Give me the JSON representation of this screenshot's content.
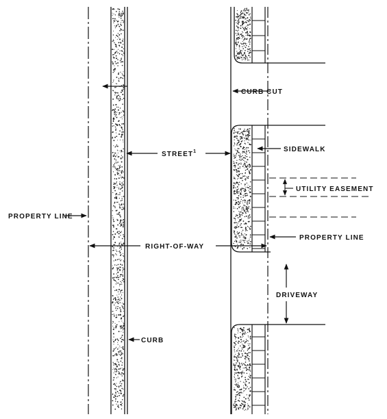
{
  "figure": {
    "labels": {
      "curb_cut": "CURB CUT",
      "street": "STREET",
      "street_footnote": "1",
      "sidewalk": "SIDEWALK",
      "utility_easement": "UTILITY EASEMENT",
      "property_line_left": "PROPERTY LINE",
      "property_line_right": "PROPERTY LINE",
      "right_of_way": "RIGHT-OF-WAY",
      "driveway": "DRIVEWAY",
      "curb": "CURB"
    }
  },
  "colors": {
    "ink": "#111111",
    "background": "#ffffff"
  }
}
